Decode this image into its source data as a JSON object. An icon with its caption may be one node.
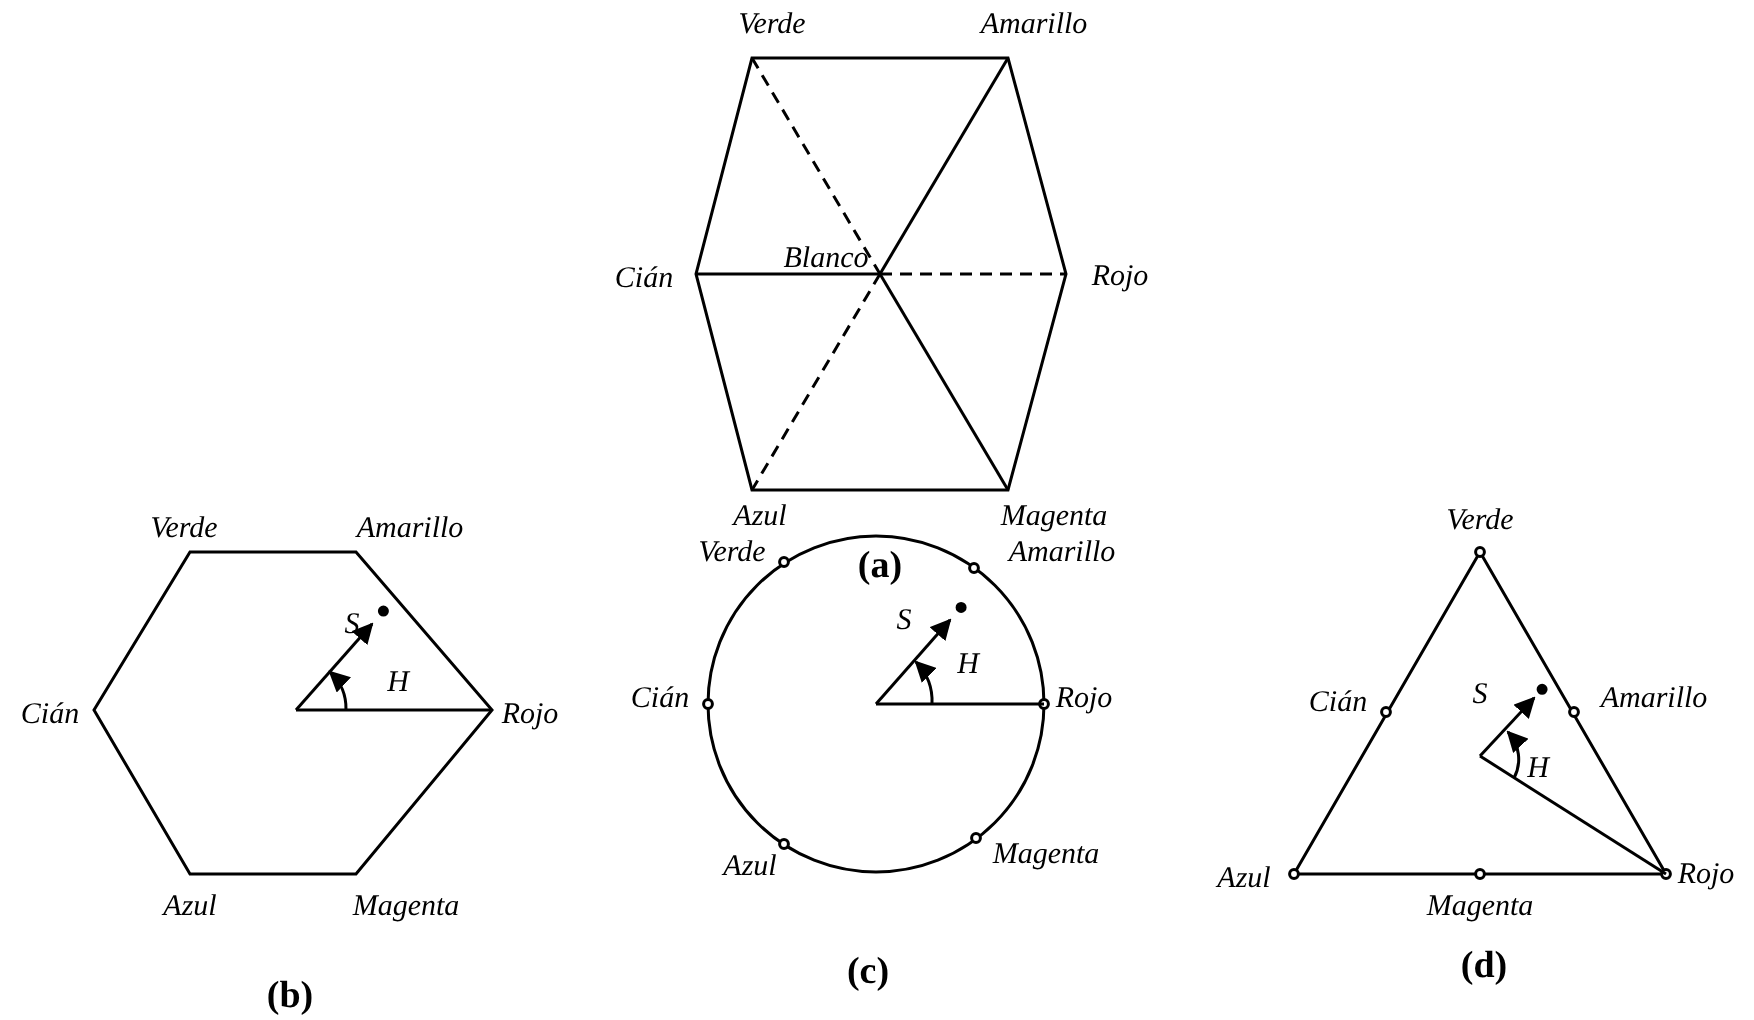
{
  "diagram": {
    "labels": [
      "Verde",
      "Amarillo",
      "Cián",
      "Blanco",
      "Rojo",
      "Azul",
      "Magenta",
      "(a)",
      "Verde",
      "Amarillo",
      "S",
      "H",
      "Cián",
      "Rojo",
      "Azul",
      "Magenta",
      "(b)",
      "Verde",
      "Amarillo",
      "S",
      "H",
      "Cián",
      "Rojo",
      "Azul",
      "Magenta",
      "(c)",
      "Verde",
      "Cián",
      "S",
      "Amarillo",
      "H",
      "Azul",
      "Rojo",
      "Magenta",
      "(d)"
    ]
  }
}
